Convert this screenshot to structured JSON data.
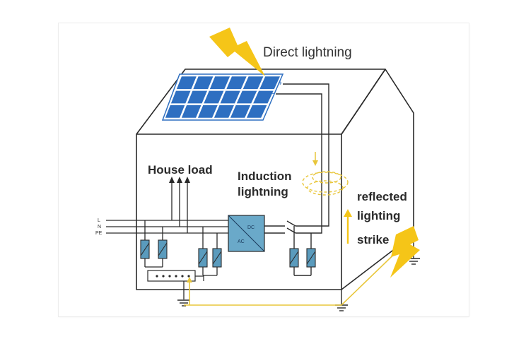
{
  "labels": {
    "direct_lightning": "Direct lightning",
    "house_load": "House load",
    "induction_line1": "Induction",
    "induction_line2": "lightning",
    "reflected_line1": "reflected",
    "reflected_line2": "lighting",
    "reflected_line3": "strike",
    "wire_l": "L",
    "wire_n": "N",
    "wire_pe": "PE",
    "inverter_top": "DC",
    "inverter_bottom": "AC",
    "panel_plus": "+",
    "panel_minus": "−"
  },
  "colors": {
    "lightning_yellow": "#f5c518",
    "wire_yellow": "#e8c63a",
    "solar_blue": "#2e6fc1",
    "inverter_teal": "#6aa9c9",
    "spd_teal": "#5a9bbd",
    "line_dark": "#2a2a2a"
  }
}
